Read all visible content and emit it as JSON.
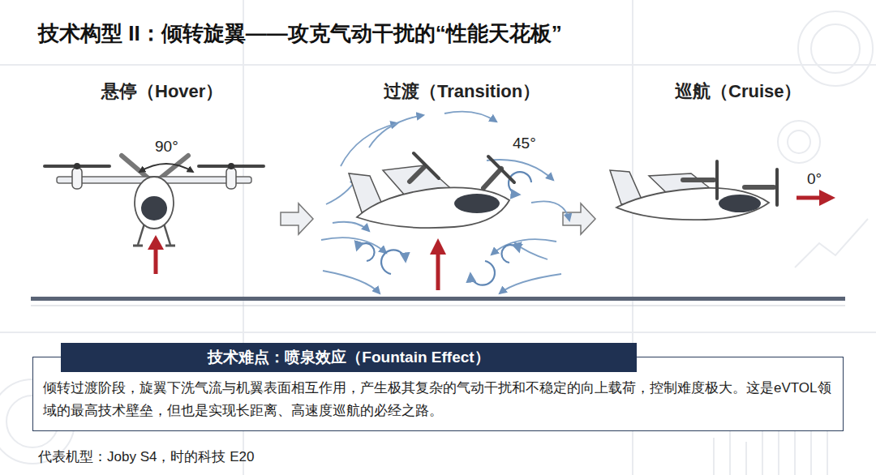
{
  "diagram": {
    "title": "技术构型 II：倾转旋翼——攻克气动干扰的“性能天花板”",
    "nodes": [
      {
        "text": [
          "技术难点：喷泉效应（Fountain Effect）",
          "倾转过渡阶段，旋翼下洗气流与机翼表面相互作用，产生极其复杂的气动干扰和不稳定的向上载荷，控制难度极大。这是eVTOL领域的最高技术壁垒，但也是实现长距离、高速度巡航的必经之路。"
        ]
      }
    ],
    "labels": [
      "悬停（Hover）",
      "90°",
      "过渡（Transition）",
      "45°",
      "巡航（Cruise）",
      "0°",
      "代表机型：Joby S4，时的科技 E20"
    ]
  }
}
